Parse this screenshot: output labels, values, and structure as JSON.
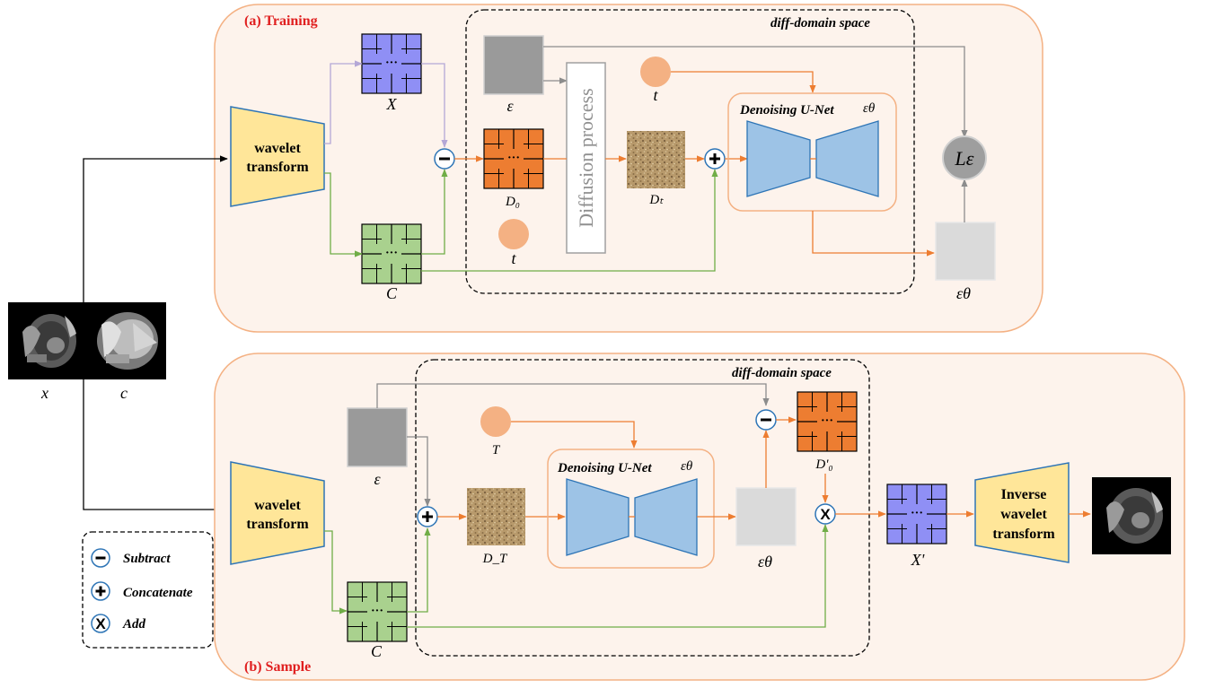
{
  "training": {
    "title": "(a) Training",
    "space_title": "diff-domain space",
    "wavelet_line1": "wavelet",
    "wavelet_line2": "transform",
    "label_X": "X",
    "label_C": "C",
    "label_eps": "ε",
    "label_t_top": "t",
    "label_t_bottom": "t",
    "label_D0": "D₀",
    "label_Dt": "Dₜ",
    "diffusion": "Diffusion process",
    "unet_title": "Denoising U-Net",
    "unet_eps": "εθ",
    "label_eps_theta": "εθ",
    "loss": "Lε"
  },
  "sample": {
    "title": "(b) Sample",
    "space_title": "diff-domain space",
    "wavelet_line1": "wavelet",
    "wavelet_line2": "transform",
    "label_eps": "ε",
    "label_T": "T",
    "label_DT": "D_T",
    "unet_title": "Denoising U-Net",
    "unet_eps": "εθ",
    "label_eps_theta": "εθ",
    "label_D0p": "D'₀",
    "label_Xp": "X'",
    "label_C": "C",
    "inverse_line1": "Inverse",
    "inverse_line2": "wavelet",
    "inverse_line3": "transform"
  },
  "inputs": {
    "label_x": "x",
    "label_c": "c"
  },
  "legend": {
    "subtract": "Subtract",
    "concatenate": "Concatenate",
    "add": "Add"
  },
  "colors": {
    "panel_fill": "#fdf3ec",
    "panel_stroke": "#f4b183",
    "wavelet_fill": "#ffe699",
    "wavelet_stroke": "#2e75b6",
    "purple_grid": "#8f8ff5",
    "orange_grid": "#ed7d31",
    "green_grid": "#a9d18e",
    "orange_arrow": "#ed7d31",
    "green_arrow": "#70ad47",
    "gray_arrow": "#8c8c8c",
    "lavender_arrow": "#b4a7d6",
    "unet_fill": "#9dc3e6",
    "unet_stroke": "#2e75b6",
    "op_stroke": "#2e75b6"
  }
}
